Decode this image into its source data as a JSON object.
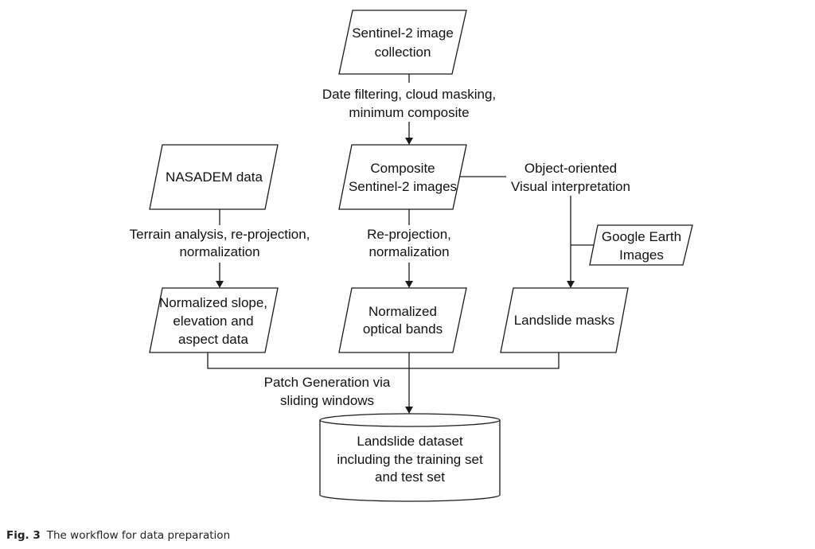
{
  "nodes": {
    "sentinel_collection": {
      "lines": [
        "Sentinel-2 image",
        "collection"
      ],
      "shape": "parallelogram"
    },
    "composite": {
      "lines": [
        "Composite",
        "Sentinel-2 images"
      ],
      "shape": "parallelogram"
    },
    "nasadem": {
      "lines": [
        "NASADEM data"
      ],
      "shape": "parallelogram"
    },
    "google_earth": {
      "lines": [
        "Google Earth",
        "Images"
      ],
      "shape": "parallelogram"
    },
    "norm_slope": {
      "lines": [
        "Normalized slope,",
        "elevation and",
        "aspect data"
      ],
      "shape": "parallelogram"
    },
    "norm_optical": {
      "lines": [
        "Normalized",
        "optical bands"
      ],
      "shape": "parallelogram"
    },
    "landslide_masks": {
      "lines": [
        "Landslide masks"
      ],
      "shape": "parallelogram"
    },
    "dataset": {
      "lines": [
        "Landslide dataset",
        "including the training set",
        "and test set"
      ],
      "shape": "cylinder"
    }
  },
  "edges": {
    "filtering": {
      "lines": [
        "Date filtering, cloud masking,",
        "minimum composite"
      ]
    },
    "terrain": {
      "lines": [
        "Terrain analysis, re-projection,",
        "normalization"
      ]
    },
    "reprojection": {
      "lines": [
        "Re-projection,",
        "normalization"
      ]
    },
    "object_oriented": {
      "lines": [
        "Object-oriented",
        "Visual interpretation"
      ]
    },
    "patch": {
      "lines": [
        "Patch Generation via",
        "sliding windows"
      ]
    }
  },
  "caption": {
    "label": "Fig. 3",
    "text": "The workflow for data preparation"
  }
}
